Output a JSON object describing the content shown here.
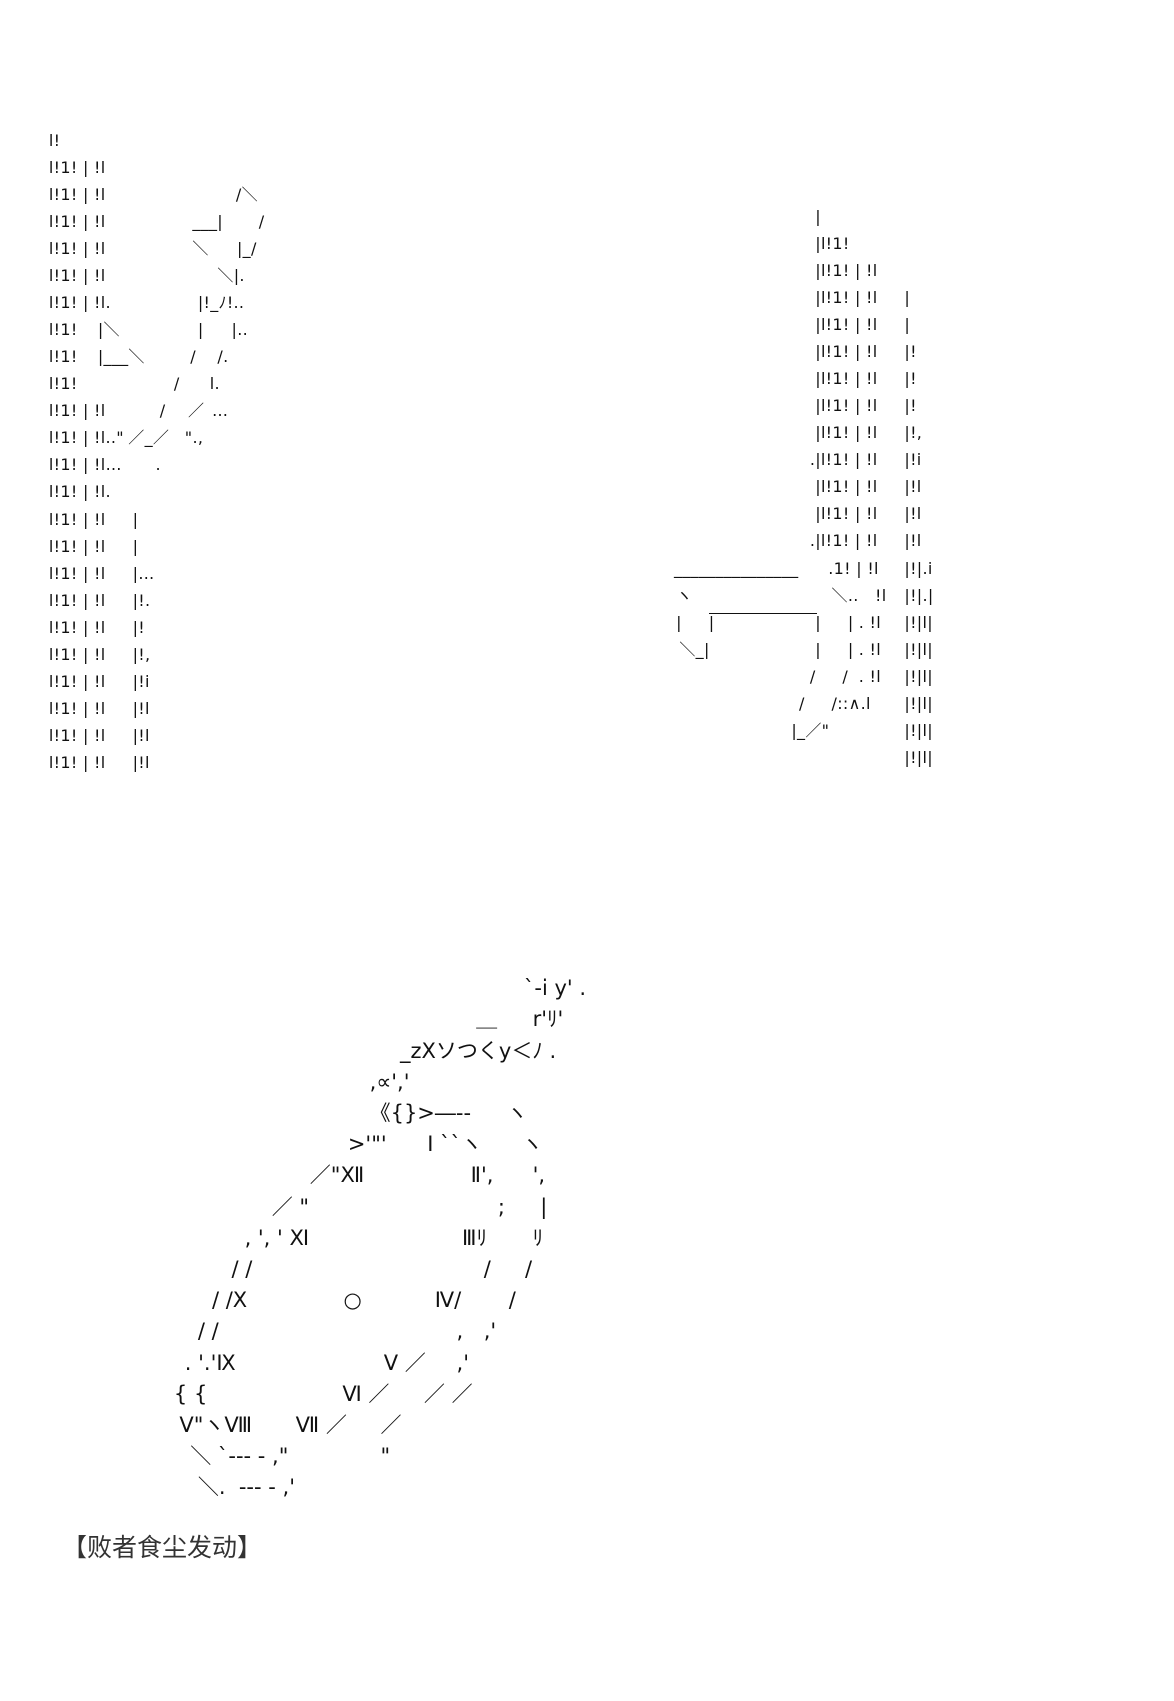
{
  "art": {
    "left_rows": [
      [
        "l!"
      ],
      [
        "l!1! | !l"
      ],
      [
        "l!1! | !l",
        "/＼"
      ],
      [
        "l!1! | !l",
        "___|",
        "/"
      ],
      [
        "l!1! | !l",
        "＼",
        "|_/"
      ],
      [
        "l!1! | !l",
        "＼|."
      ],
      [
        "l!1! | !l.",
        "|!_ﾉ!.."
      ],
      [
        "l!1!",
        "|＼",
        "|",
        "|.."
      ],
      [
        "l!1!",
        "|___＼",
        "/",
        "/."
      ],
      [
        "l!1!",
        "/",
        "l."
      ],
      [
        "l!1! | !l",
        "/",
        "／",
        "…"
      ],
      [
        "l!1! | !l..\"",
        "／_／",
        "\".,"
      ],
      [
        "l!1! | !l…",
        "."
      ],
      [
        "l!1! | !l."
      ],
      [
        "l!1! | !l",
        "|"
      ],
      [
        "l!1! | !l",
        "|"
      ],
      [
        "l!1! | !l",
        "|…"
      ],
      [
        "l!1! | !l",
        "|!."
      ],
      [
        "l!1! | !l",
        "|!"
      ],
      [
        "l!1! | !l",
        "|!,"
      ],
      [
        "l!1! | !l",
        "|!i"
      ],
      [
        "l!1! | !l",
        "|!l"
      ],
      [
        "l!1! | !l",
        "|!l"
      ],
      [
        "l!1! | !l",
        "|!l"
      ]
    ],
    "right_rows": [
      [
        "|"
      ],
      [
        "|l!1!"
      ],
      [
        "|l!1! | !l"
      ],
      [
        "|l!1! | !l",
        "|"
      ],
      [
        "|l!1! | !l",
        "|"
      ],
      [
        "|l!1! | !l",
        "|!"
      ],
      [
        "|l!1! | !l",
        "|!"
      ],
      [
        "|l!1! | !l",
        "|!"
      ],
      [
        "|l!1! | !l",
        "|!,"
      ],
      [
        ".|l!1! | !l",
        "|!i"
      ],
      [
        "|l!1! | !l",
        "|!l"
      ],
      [
        "|l!1! | !l",
        "|!l"
      ],
      [
        ".|l!1! | !l",
        "|!l"
      ],
      [
        "_______________",
        ".1! | !l",
        "|!|.i"
      ],
      [
        "ヽ",
        "＼..",
        "!l",
        "|!|.|"
      ],
      [
        "|",
        "|",
        "|",
        "|",
        ". !l",
        "|!|l|"
      ],
      [
        "＼_|",
        "|",
        "|",
        ". !l",
        "|!|l|"
      ],
      [
        "/",
        "/",
        ". !l",
        "|!|l|"
      ],
      [
        "/",
        "/::∧.l",
        "|!|l|"
      ],
      [
        "|_／\"",
        "|!|l|"
      ],
      [
        "|!|l|"
      ]
    ],
    "clock_rows": [
      [
        "`‐i y' ."
      ],
      [
        "＿",
        "r'ﾘ'"
      ],
      [
        "_zXソつくy＜ﾉ ."
      ],
      [
        ",∝','"
      ],
      [
        "《{}>―‐‐",
        "ヽ"
      ],
      [
        ">'\"'",
        "Ⅰ ``ヽ",
        "ヽ"
      ],
      [
        "／\"Ⅻ",
        "Ⅱ',",
        "',"
      ],
      [
        "／ \"",
        ";",
        "|"
      ],
      [
        ", ', ' Ⅺ",
        "Ⅲﾘ",
        "ﾘ"
      ],
      [
        "/ /",
        "/",
        "/"
      ],
      [
        "/ /Ⅹ",
        "○",
        "Ⅳ/",
        "/"
      ],
      [
        "/ /",
        ",",
        ",'"
      ],
      [
        ". '.'Ⅸ",
        "Ⅴ ／",
        ",'"
      ],
      [
        "{ {",
        "Ⅵ ／",
        "／ ／"
      ],
      [
        "V\"ヽⅧ",
        "Ⅶ ／",
        "／"
      ],
      [
        "＼ `‐‐‐ ‐ ,\"",
        "\""
      ],
      [
        "＼.  ‐‐‐ ‐ ,'"
      ]
    ]
  },
  "caption": "【败者食尘发动】"
}
